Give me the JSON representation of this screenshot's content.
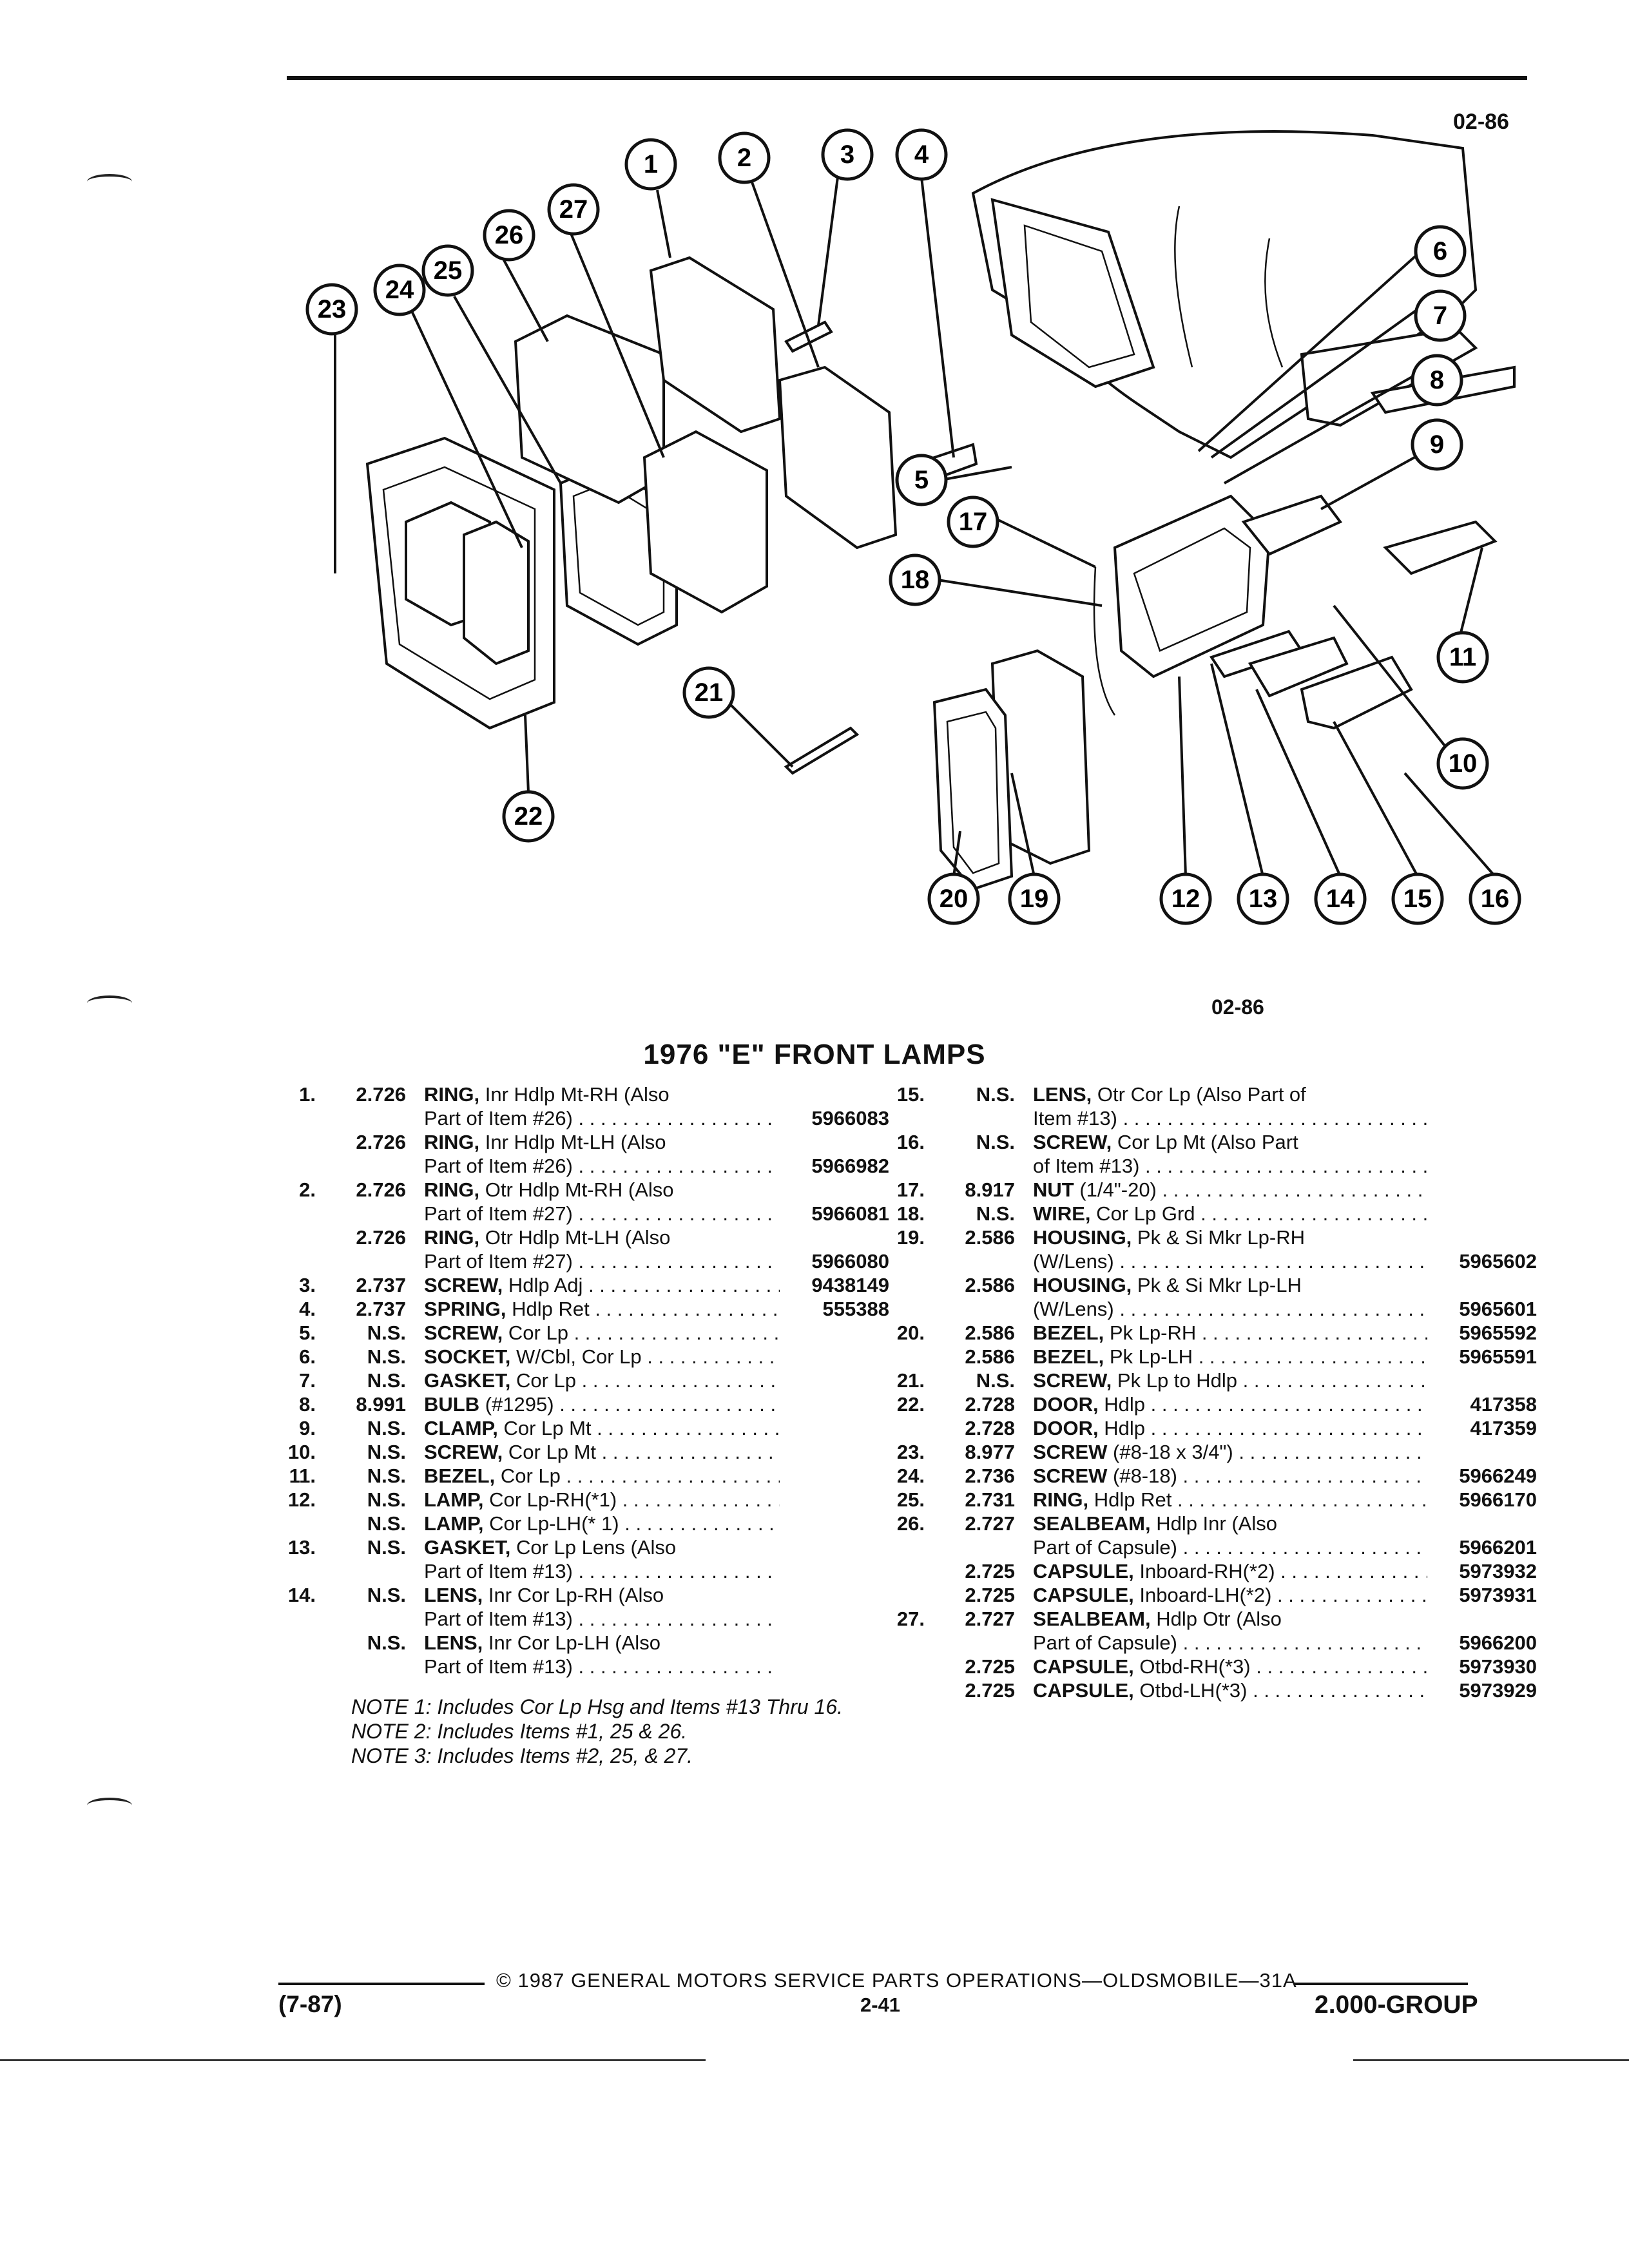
{
  "page": {
    "page_ref_top": "02-86",
    "page_ref_bottom": "02-86",
    "title": "1976 \"E\" FRONT LAMPS"
  },
  "callouts": [
    "1",
    "2",
    "3",
    "4",
    "5",
    "6",
    "7",
    "8",
    "9",
    "10",
    "11",
    "12",
    "13",
    "14",
    "15",
    "16",
    "17",
    "18",
    "19",
    "20",
    "21",
    "22",
    "23",
    "24",
    "25",
    "26",
    "27"
  ],
  "left_rows": [
    {
      "num": "1.",
      "grp": "2.726",
      "name": "RING,",
      "rest": " Inr Hdlp Mt-RH (Also",
      "pn": ""
    },
    {
      "num": "",
      "grp": "",
      "name": "",
      "rest": "Part of Item #26)",
      "dots": true,
      "pn": "5966083"
    },
    {
      "num": "",
      "grp": "2.726",
      "name": "RING,",
      "rest": " Inr Hdlp Mt-LH (Also",
      "pn": ""
    },
    {
      "num": "",
      "grp": "",
      "name": "",
      "rest": "Part of Item #26)",
      "dots": true,
      "pn": "5966982"
    },
    {
      "num": "2.",
      "grp": "2.726",
      "name": "RING,",
      "rest": " Otr Hdlp Mt-RH (Also",
      "pn": ""
    },
    {
      "num": "",
      "grp": "",
      "name": "",
      "rest": "Part of Item #27)",
      "dots": true,
      "pn": "5966081"
    },
    {
      "num": "",
      "grp": "2.726",
      "name": "RING,",
      "rest": " Otr Hdlp Mt-LH (Also",
      "pn": ""
    },
    {
      "num": "",
      "grp": "",
      "name": "",
      "rest": "Part of Item #27)",
      "dots": true,
      "pn": "5966080"
    },
    {
      "num": "3.",
      "grp": "2.737",
      "name": "SCREW,",
      "rest": " Hdlp Adj",
      "dots": true,
      "pn": "9438149"
    },
    {
      "num": "4.",
      "grp": "2.737",
      "name": "SPRING,",
      "rest": " Hdlp Ret",
      "dots": true,
      "pn": "555388"
    },
    {
      "num": "5.",
      "grp": "N.S.",
      "name": "SCREW,",
      "rest": " Cor Lp",
      "dots": true,
      "pn": ""
    },
    {
      "num": "6.",
      "grp": "N.S.",
      "name": "SOCKET,",
      "rest": " W/Cbl, Cor Lp",
      "dots": true,
      "pn": ""
    },
    {
      "num": "7.",
      "grp": "N.S.",
      "name": "GASKET,",
      "rest": " Cor Lp",
      "dots": true,
      "pn": ""
    },
    {
      "num": "8.",
      "grp": "8.991",
      "name": "BULB",
      "rest": " (#1295)",
      "dots": true,
      "pn": ""
    },
    {
      "num": "9.",
      "grp": "N.S.",
      "name": "CLAMP,",
      "rest": " Cor Lp Mt",
      "dots": true,
      "pn": ""
    },
    {
      "num": "10.",
      "grp": "N.S.",
      "name": "SCREW,",
      "rest": " Cor Lp Mt",
      "dots": true,
      "pn": ""
    },
    {
      "num": "11.",
      "grp": "N.S.",
      "name": "BEZEL,",
      "rest": " Cor Lp",
      "dots": true,
      "pn": ""
    },
    {
      "num": "12.",
      "grp": "N.S.",
      "name": "LAMP,",
      "rest": " Cor Lp-RH(*1)",
      "dots": true,
      "pn": ""
    },
    {
      "num": "",
      "grp": "N.S.",
      "name": "LAMP,",
      "rest": " Cor Lp-LH(* 1)",
      "dots": true,
      "pn": ""
    },
    {
      "num": "13.",
      "grp": "N.S.",
      "name": "GASKET,",
      "rest": " Cor Lp Lens (Also",
      "pn": ""
    },
    {
      "num": "",
      "grp": "",
      "name": "",
      "rest": "Part of Item #13)",
      "dots": true,
      "pn": ""
    },
    {
      "num": "14.",
      "grp": "N.S.",
      "name": "LENS,",
      "rest": " Inr Cor Lp-RH (Also",
      "pn": ""
    },
    {
      "num": "",
      "grp": "",
      "name": "",
      "rest": "Part of Item #13)",
      "dots": true,
      "pn": ""
    },
    {
      "num": "",
      "grp": "N.S.",
      "name": "LENS,",
      "rest": " Inr Cor Lp-LH (Also",
      "pn": ""
    },
    {
      "num": "",
      "grp": "",
      "name": "",
      "rest": "Part of Item #13)",
      "dots": true,
      "pn": ""
    }
  ],
  "right_rows": [
    {
      "num": "15.",
      "grp": "N.S.",
      "name": "LENS,",
      "rest": " Otr Cor Lp (Also Part of",
      "pn": ""
    },
    {
      "num": "",
      "grp": "",
      "name": "",
      "rest": "Item #13)",
      "dots": true,
      "pn": ""
    },
    {
      "num": "16.",
      "grp": "N.S.",
      "name": "SCREW,",
      "rest": " Cor Lp Mt (Also Part",
      "pn": ""
    },
    {
      "num": "",
      "grp": "",
      "name": "",
      "rest": "of Item #13)",
      "dots": true,
      "pn": ""
    },
    {
      "num": "17.",
      "grp": "8.917",
      "name": "NUT",
      "rest": " (1/4\"-20)",
      "dots": true,
      "pn": ""
    },
    {
      "num": "18.",
      "grp": "N.S.",
      "name": "WIRE,",
      "rest": " Cor Lp Grd",
      "dots": true,
      "pn": ""
    },
    {
      "num": "19.",
      "grp": "2.586",
      "name": "HOUSING,",
      "rest": " Pk & Si Mkr Lp-RH",
      "pn": ""
    },
    {
      "num": "",
      "grp": "",
      "name": "",
      "rest": "(W/Lens)",
      "dots": true,
      "pn": "5965602"
    },
    {
      "num": "",
      "grp": "2.586",
      "name": "HOUSING,",
      "rest": " Pk & Si Mkr Lp-LH",
      "pn": ""
    },
    {
      "num": "",
      "grp": "",
      "name": "",
      "rest": "(W/Lens)",
      "dots": true,
      "pn": "5965601"
    },
    {
      "num": "20.",
      "grp": "2.586",
      "name": "BEZEL,",
      "rest": " Pk Lp-RH",
      "dots": true,
      "pn": "5965592"
    },
    {
      "num": "",
      "grp": "2.586",
      "name": "BEZEL,",
      "rest": " Pk Lp-LH",
      "dots": true,
      "pn": "5965591"
    },
    {
      "num": "21.",
      "grp": "N.S.",
      "name": "SCREW,",
      "rest": " Pk Lp to Hdlp",
      "dots": true,
      "pn": ""
    },
    {
      "num": "22.",
      "grp": "2.728",
      "name": "DOOR,",
      "rest": " Hdlp",
      "dots": true,
      "pn": "417358"
    },
    {
      "num": "",
      "grp": "2.728",
      "name": "DOOR,",
      "rest": " Hdlp",
      "dots": true,
      "pn": "417359"
    },
    {
      "num": "23.",
      "grp": "8.977",
      "name": "SCREW",
      "rest": " (#8-18 x 3/4\")",
      "dots": true,
      "pn": ""
    },
    {
      "num": "24.",
      "grp": "2.736",
      "name": "SCREW",
      "rest": " (#8-18)",
      "dots": true,
      "pn": "5966249"
    },
    {
      "num": "25.",
      "grp": "2.731",
      "name": "RING,",
      "rest": " Hdlp Ret",
      "dots": true,
      "pn": "5966170"
    },
    {
      "num": "26.",
      "grp": "2.727",
      "name": "SEALBEAM,",
      "rest": " Hdlp Inr (Also",
      "pn": ""
    },
    {
      "num": "",
      "grp": "",
      "name": "",
      "rest": "Part of Capsule)",
      "dots": true,
      "pn": "5966201"
    },
    {
      "num": "",
      "grp": "2.725",
      "name": "CAPSULE,",
      "rest": " Inboard-RH(*2)",
      "dots": true,
      "pn": "5973932"
    },
    {
      "num": "",
      "grp": "2.725",
      "name": "CAPSULE,",
      "rest": " Inboard-LH(*2)",
      "dots": true,
      "pn": "5973931"
    },
    {
      "num": "27.",
      "grp": "2.727",
      "name": "SEALBEAM,",
      "rest": " Hdlp Otr (Also",
      "pn": ""
    },
    {
      "num": "",
      "grp": "",
      "name": "",
      "rest": "Part of Capsule)",
      "dots": true,
      "pn": "5966200"
    },
    {
      "num": "",
      "grp": "2.725",
      "name": "CAPSULE,",
      "rest": " Otbd-RH(*3)",
      "dots": true,
      "pn": "5973930"
    },
    {
      "num": "",
      "grp": "2.725",
      "name": "CAPSULE,",
      "rest": " Otbd-LH(*3)",
      "dots": true,
      "pn": "5973929"
    }
  ],
  "notes": [
    "NOTE 1: Includes Cor Lp Hsg and Items #13 Thru 16.",
    "NOTE 2: Includes Items #1, 25 & 26.",
    "NOTE 3: Includes Items #2, 25, & 27."
  ],
  "footer": {
    "copyright": "© 1987 GENERAL MOTORS SERVICE PARTS OPERATIONS—OLDSMOBILE—31A",
    "date": "(7-87)",
    "page": "2-41",
    "group": "2.000-GROUP"
  }
}
